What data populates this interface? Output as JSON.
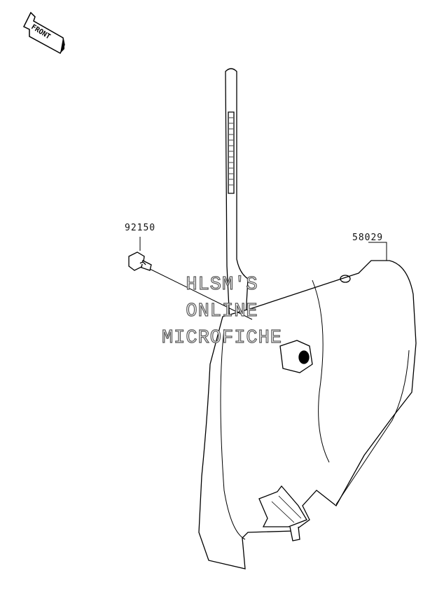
{
  "front_arrow": {
    "label": "FRONT",
    "icon": "front-direction-arrow-icon"
  },
  "parts": [
    {
      "number": "92150",
      "description_icon": "bolt-icon"
    },
    {
      "number": "58029",
      "description_icon": "side-cover-icon"
    }
  ],
  "watermark": {
    "line1": "HLSM'S",
    "line2": "ONLINE",
    "line3": "MICROFICHE"
  },
  "colors": {
    "line": "#000000",
    "background": "#ffffff",
    "watermark_outline": "#555555"
  }
}
